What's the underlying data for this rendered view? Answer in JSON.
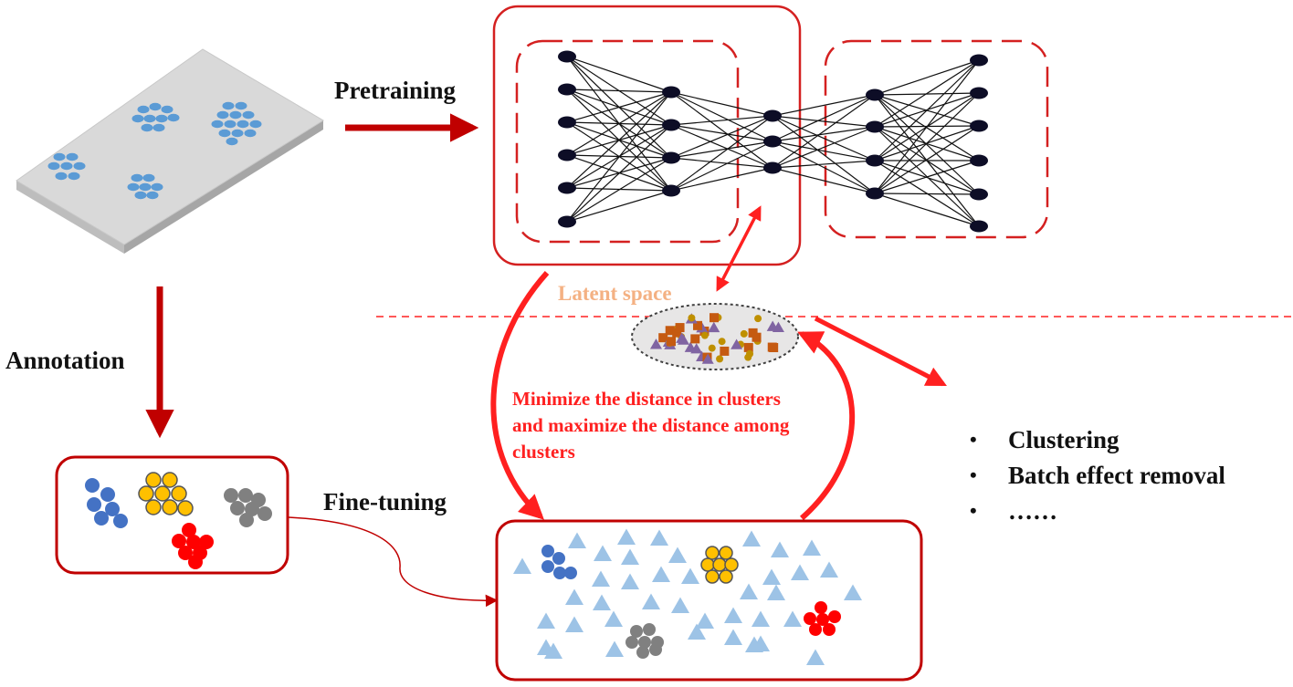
{
  "labels": {
    "pretraining": "Pretraining",
    "annotation": "Annotation",
    "fine_tuning": "Fine-tuning",
    "latent_space": "Latent space",
    "objective": "Minimize the distance in clusters and maximize the distance among clusters"
  },
  "applications": [
    "Clustering",
    "Batch effect removal",
    "……"
  ],
  "colors": {
    "frame_red": "#d42020",
    "arrow_red": "#c00000",
    "bright_red": "#ff2020",
    "latent_label": "#f4b183",
    "cell_blue": "#5b9bd5",
    "cluster_blue": "#4472c4",
    "cluster_yellow": "#ffc000",
    "cluster_gray": "#808080",
    "cluster_red": "#ff0000",
    "triangle_blue": "#9dc3e6",
    "latent_brown": "#c55a11",
    "latent_olive": "#bf9000",
    "latent_purple": "#8064a2",
    "node": "#0d0d26"
  },
  "network": {
    "layers": [
      6,
      4,
      3,
      4,
      6
    ]
  }
}
